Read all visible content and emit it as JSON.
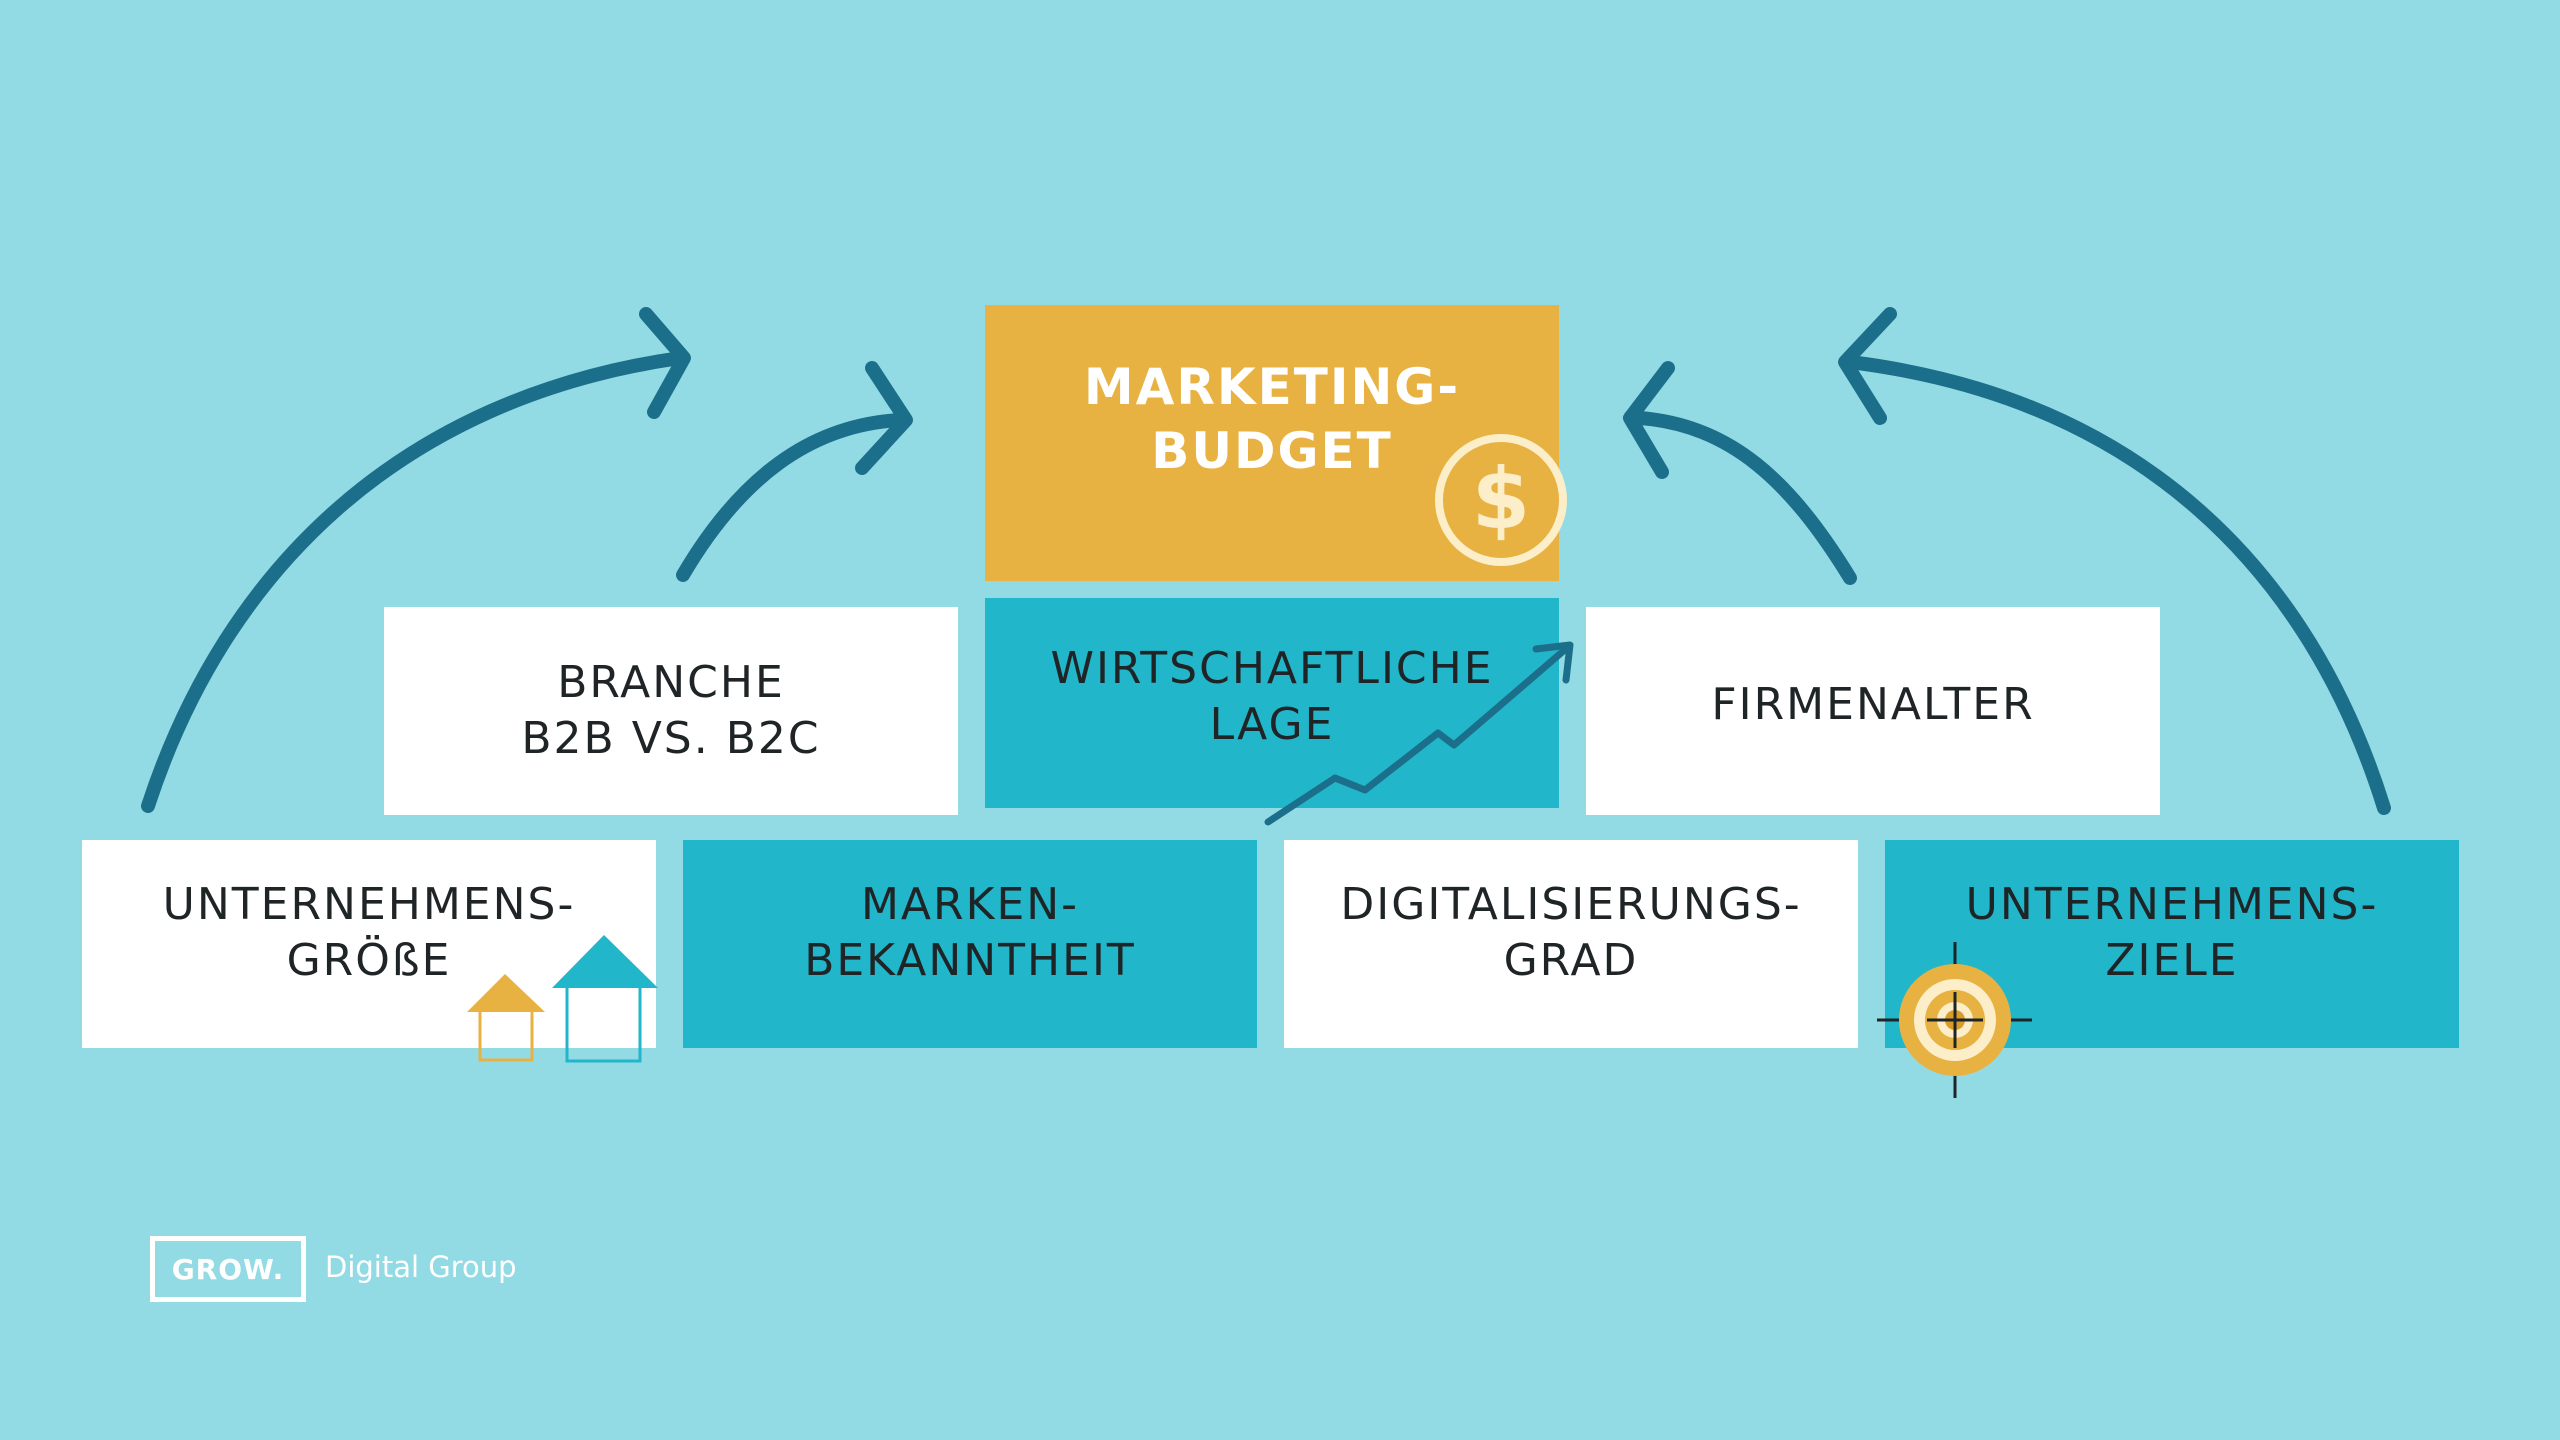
{
  "diagram": {
    "top": {
      "line1": "MARKETING-",
      "line2": "BUDGET",
      "icon": "dollar-coin-icon"
    },
    "middle_row": [
      {
        "line1": "BRANCHE",
        "line2": "B2B VS. B2C"
      },
      {
        "line1": "WIRTSCHAFTLICHE",
        "line2": "LAGE",
        "icon": "rising-trend-arrow-icon"
      },
      {
        "line1": "FIRMENALTER"
      }
    ],
    "bottom_row": [
      {
        "line1": "UNTERNEHMENS-",
        "line2": "GRÖßE",
        "icon": "houses-icon"
      },
      {
        "line1": "MARKEN-",
        "line2": "BEKANNTHEIT"
      },
      {
        "line1": "DIGITALISIERUNGS-",
        "line2": "GRAD"
      },
      {
        "line1": "UNTERNEHMENS-",
        "line2": "ZIELE",
        "icon": "target-icon"
      }
    ]
  },
  "logo": {
    "mark": "GROW.",
    "name": "Digital Group"
  },
  "colors": {
    "background": "#93dbe4",
    "gold": "#e8b243",
    "teal": "#22b6ca",
    "arrow": "#1c6f8a",
    "text": "#1f2426"
  }
}
